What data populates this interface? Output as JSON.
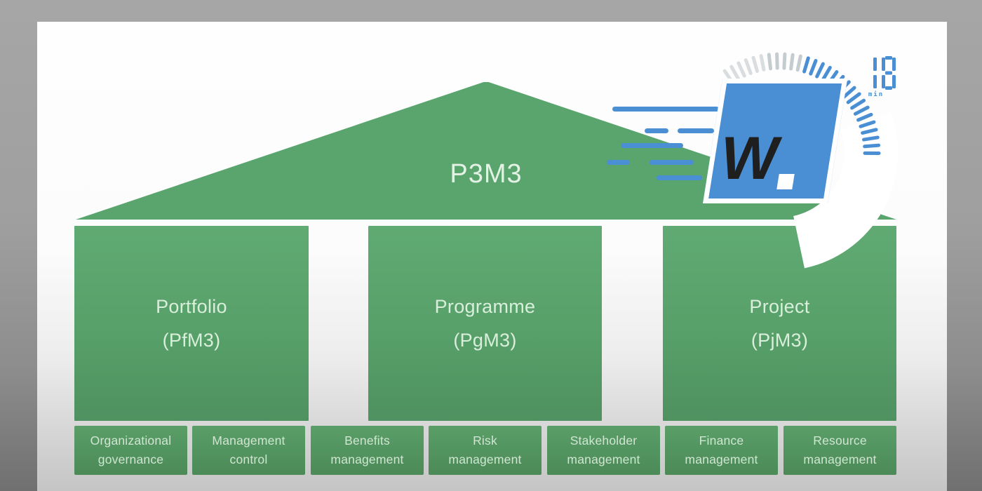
{
  "slide": {
    "roof_label": "P3M3",
    "pillars": [
      {
        "line1": "Portfolio",
        "line2": "(PfM3)"
      },
      {
        "line1": "Programme",
        "line2": "(PgM3)"
      },
      {
        "line1": "Project",
        "line2": "(PjM3)"
      }
    ],
    "foundations": [
      {
        "line1": "Organizational",
        "line2": "governance"
      },
      {
        "line1": "Management",
        "line2": "control"
      },
      {
        "line1": "Benefits",
        "line2": "management"
      },
      {
        "line1": "Risk",
        "line2": "management"
      },
      {
        "line1": "Stakeholder",
        "line2": "management"
      },
      {
        "line1": "Finance",
        "line2": "management"
      },
      {
        "line1": "Resource",
        "line2": "management"
      }
    ]
  },
  "logo": {
    "wordmark": "W.",
    "letter": "W",
    "timer_value": "18",
    "timer_unit": "min"
  },
  "colors": {
    "green": "#57a069",
    "green_roof": "#5aa46e",
    "green_foundation": "#539561",
    "label_text": "#daeedc",
    "blue": "#4a8fd3",
    "logo_dark": "#1f1f1f",
    "tick_gray": "#aeb7bd",
    "white": "#ffffff"
  }
}
